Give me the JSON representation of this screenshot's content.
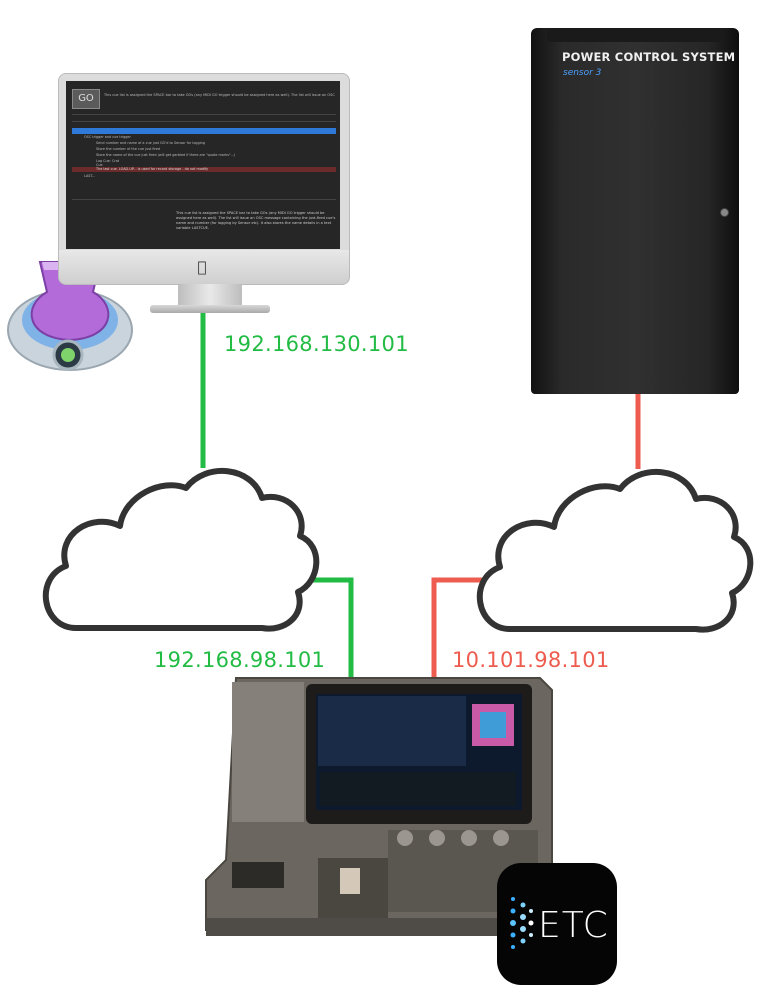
{
  "diagram": {
    "nodes": {
      "computer": {
        "app_icon": "qlab-flask-icon",
        "screen": {
          "go_label": "GO",
          "header_text": "This cue list is assigned the SPACE bar to take GOs (any MIDI GO trigger should be assigned here as well). The list will issue an OSC",
          "list_rows": [
            "OSC trigger and cue trigger",
            "Send number and name of a cue just GO'd to Sensor for logging",
            "Store the number of the cue just fired",
            "Store the name of the cue just fired (will get garbled if there are \"quote marks\"...)",
            "Log Cue: Crat",
            "Cue",
            "The last cue. LOAD-UP... is used for record storage - do not modify",
            "LAST..."
          ],
          "notes_text": "This cue list is assigned the SPACE bar to take GOs (any MIDI GO trigger should be assigned here as well). The list will issue an OSC message containing the just-fired cue's name and number (for logging by Sensor etc). It also stores the name details in a text variable LASTCUE."
        }
      },
      "power_system": {
        "title": "POWER CONTROL SYSTEM",
        "subtitle": "sensor 3"
      },
      "console": {
        "brand_badge": "ETC"
      }
    },
    "links": {
      "computer_ip": "192.168.130.101",
      "console_left_ip": "192.168.98.101",
      "console_right_ip": "10.101.98.101"
    },
    "colors": {
      "green_link": "#22bb44",
      "red_link": "#ee5b4f",
      "cloud_stroke": "#333333"
    }
  }
}
